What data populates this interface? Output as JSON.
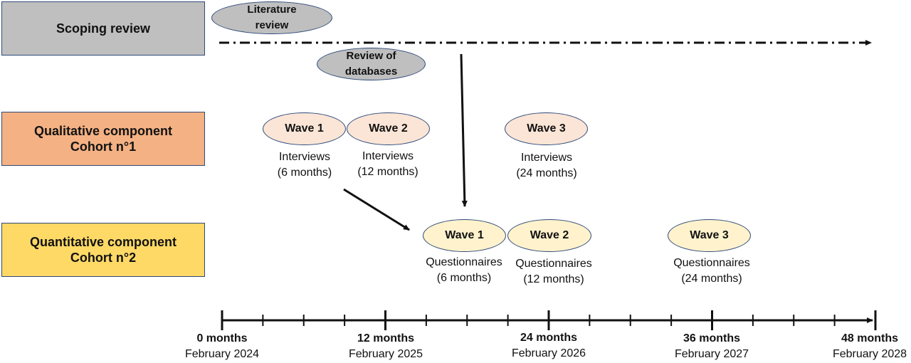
{
  "rows": {
    "scoping": {
      "label": "Scoping review",
      "color": "#bfbfbf"
    },
    "qualitative": {
      "line1": "Qualitative component",
      "line2": "Cohort n°1",
      "color": "#f4b183"
    },
    "quantitative": {
      "line1": "Quantitative component",
      "line2": "Cohort n°2",
      "color": "#ffd966"
    }
  },
  "scoping_items": {
    "literature": {
      "line1": "Literature",
      "line2": "review"
    },
    "databases": {
      "line1": "Review of",
      "line2": "databases"
    }
  },
  "qualitative_waves": [
    {
      "label": "Wave 1",
      "desc1": "Interviews",
      "desc2": "(6 months)"
    },
    {
      "label": "Wave 2",
      "desc1": "Interviews",
      "desc2": "(12 months)"
    },
    {
      "label": "Wave 3",
      "desc1": "Interviews",
      "desc2": "(24 months)"
    }
  ],
  "quantitative_waves": [
    {
      "label": "Wave 1",
      "desc1": "Questionnaires",
      "desc2": "(6 months)"
    },
    {
      "label": "Wave 2",
      "desc1": "Questionnaires",
      "desc2": "(12 months)"
    },
    {
      "label": "Wave 3",
      "desc1": "Questionnaires",
      "desc2": "(24 months)"
    }
  ],
  "timeline": [
    {
      "months": "0 months",
      "date": "February 2024"
    },
    {
      "months": "12 months",
      "date": "February 2025"
    },
    {
      "months": "24 months",
      "date": "February 2026"
    },
    {
      "months": "36 months",
      "date": "February 2027"
    },
    {
      "months": "48 months",
      "date": "February 2028"
    }
  ]
}
